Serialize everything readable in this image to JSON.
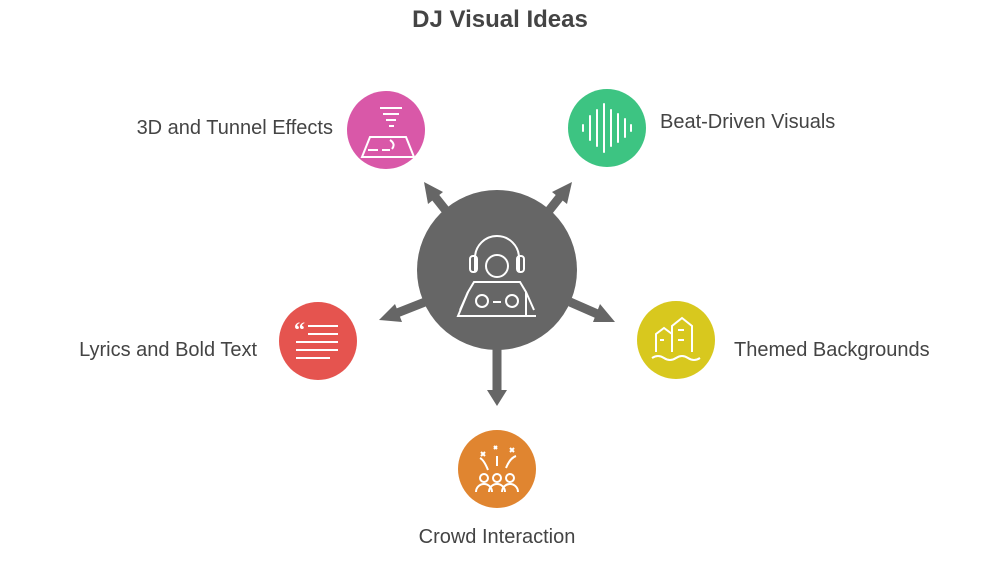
{
  "title": "DJ Visual Ideas",
  "center": {
    "icon": "dj-console-icon",
    "color": "#666666"
  },
  "ideas": [
    {
      "label": "3D and Tunnel Effects",
      "icon": "tornado-tunnel-icon",
      "color": "#d958a8"
    },
    {
      "label": "Beat-Driven Visuals",
      "icon": "sound-wave-icon",
      "color": "#3dc482"
    },
    {
      "label": "Lyrics and Bold Text",
      "icon": "quote-text-icon",
      "color": "#e5544f"
    },
    {
      "label": "Themed Backgrounds",
      "icon": "city-waves-icon",
      "color": "#d8c81e"
    },
    {
      "label": "Crowd Interaction",
      "icon": "crowd-fireworks-icon",
      "color": "#e08530"
    }
  ]
}
